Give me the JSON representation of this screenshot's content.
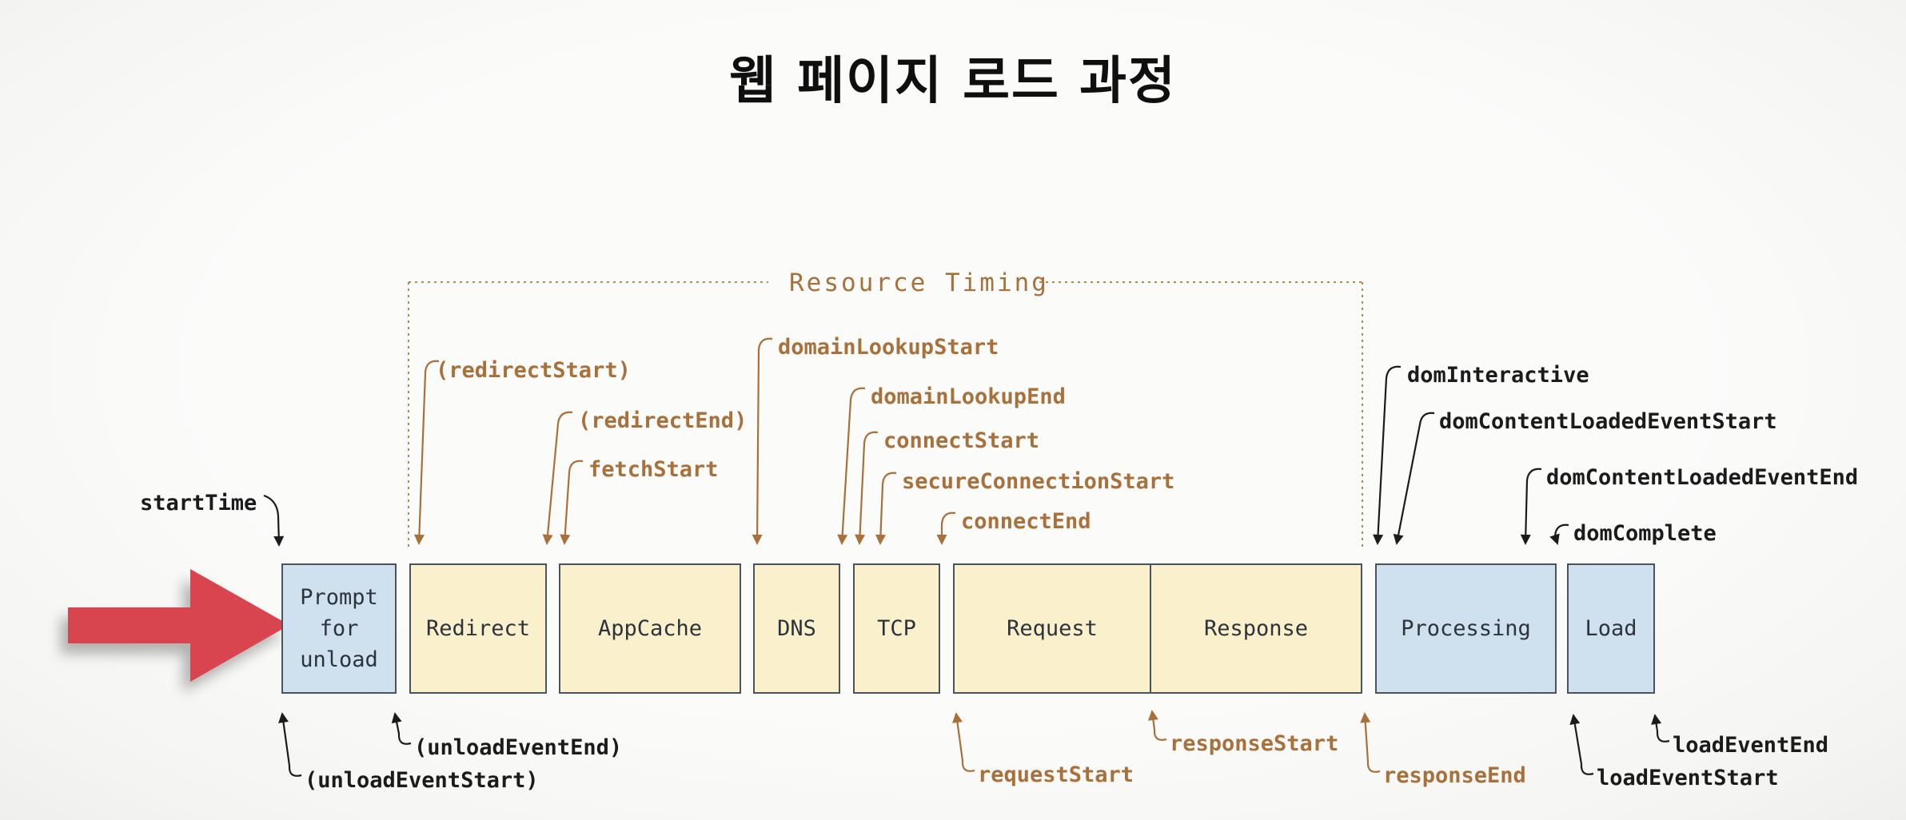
{
  "title": "웹 페이지 로드 과정",
  "bracket_label": "Resource Timing",
  "phases": {
    "prompt": "Prompt for unload",
    "redirect": "Redirect",
    "appcache": "AppCache",
    "dns": "DNS",
    "tcp": "TCP",
    "request": "Request",
    "response": "Response",
    "processing": "Processing",
    "load": "Load"
  },
  "events": {
    "start_time": "startTime",
    "redirect_start": "(redirectStart)",
    "redirect_end": "(redirectEnd)",
    "fetch_start": "fetchStart",
    "domain_lookup_start": "domainLookupStart",
    "domain_lookup_end": "domainLookupEnd",
    "connect_start": "connectStart",
    "secure_connection_start": "secureConnectionStart",
    "connect_end": "connectEnd",
    "dom_interactive": "domInteractive",
    "dom_content_loaded_event_start": "domContentLoadedEventStart",
    "dom_content_loaded_event_end": "domContentLoadedEventEnd",
    "dom_complete": "domComplete",
    "unload_event_start": "(unloadEventStart)",
    "unload_event_end": "(unloadEventEnd)",
    "request_start": "requestStart",
    "response_start": "responseStart",
    "response_end": "responseEnd",
    "load_event_start": "loadEventStart",
    "load_event_end": "loadEventEnd"
  },
  "colors": {
    "ink": "#1b1b1b",
    "brown": "#a8703a",
    "bracket_dot": "#b8854e",
    "blue_fill": "#cfe0ee",
    "yellow_fill": "#faf0cc",
    "box_border": "#4a545e",
    "box_text": "#2c333c",
    "red": "#d8454f",
    "background": "#f5f5f3"
  }
}
